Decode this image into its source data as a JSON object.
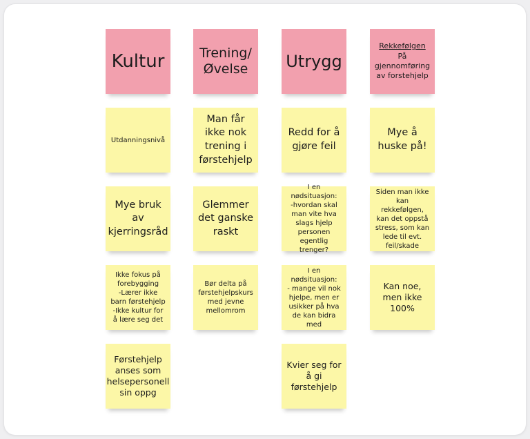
{
  "columns": [
    {
      "header": {
        "text": "Kultur"
      },
      "notes": [
        "Utdanningsnivå",
        "Mye bruk av kjerringsråd",
        "Ikke fokus på forebygging\n-Lærer ikke barn førstehjelp\n-Ikke kultur for å lære seg det",
        "Førstehjelp anses som helsepersonell sin oppg"
      ]
    },
    {
      "header": {
        "text": "Trening/ Øvelse"
      },
      "notes": [
        "Man får ikke nok trening i førstehjelp",
        "Glemmer det ganske raskt",
        "Bør delta på førstehjelpskurs med jevne mellomrom"
      ]
    },
    {
      "header": {
        "text": "Utrygg"
      },
      "notes": [
        "Redd for å gjøre feil",
        "I en nødsituasjon:\n-hvordan skal man vite hva slags hjelp personen egentlig trenger?",
        "I en nødsituasjon:\n- mange vil nok hjelpe, men er usikker på hva de kan bidra med",
        "Kvier seg for å gi førstehjelp"
      ]
    },
    {
      "header": {
        "title": "Rekkefølgen",
        "text": "På gjennomføring av forstehjelp"
      },
      "notes": [
        "Mye å huske på!",
        "Siden man ikke kan rekkefølgen, kan det oppstå stress, som kan lede til evt. feil/skade",
        "Kan noe, men ikke 100%"
      ]
    }
  ]
}
